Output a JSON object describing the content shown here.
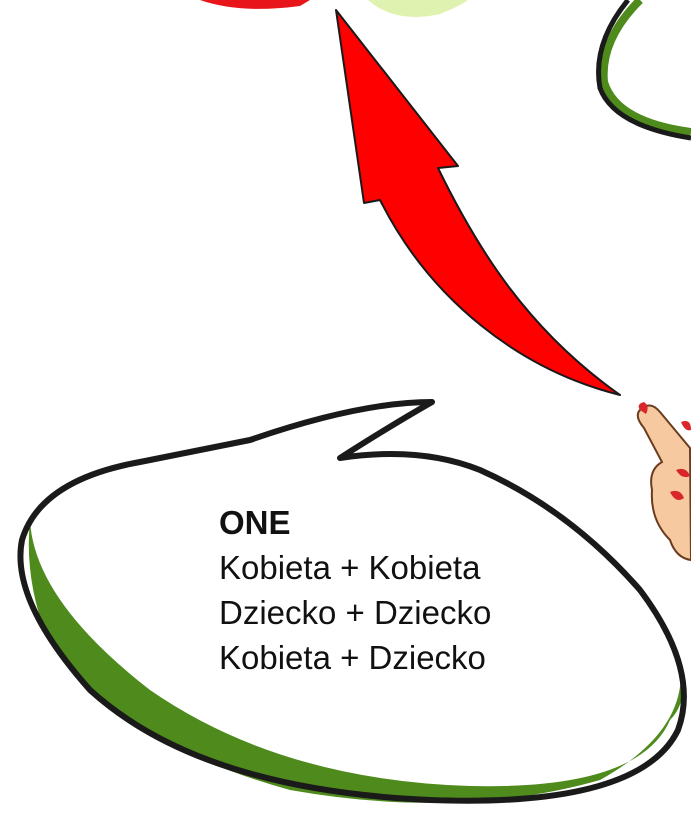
{
  "bubble": {
    "title": "ONE",
    "lines": [
      "Kobieta + Kobieta",
      "Dziecko + Dziecko",
      "Kobieta + Dziecko"
    ]
  },
  "colors": {
    "bubble_outline": "#1a1a1a",
    "bubble_shadow": "#4e8a1c",
    "arrow_fill": "#ff0000",
    "top_blob_red": "#e8161b",
    "top_blob_lime": "#dff2b0",
    "skin": "#f6c9a0",
    "nail": "#d8262c"
  },
  "icons": [
    "curved-arrow-icon",
    "pointing-hand-icon"
  ]
}
